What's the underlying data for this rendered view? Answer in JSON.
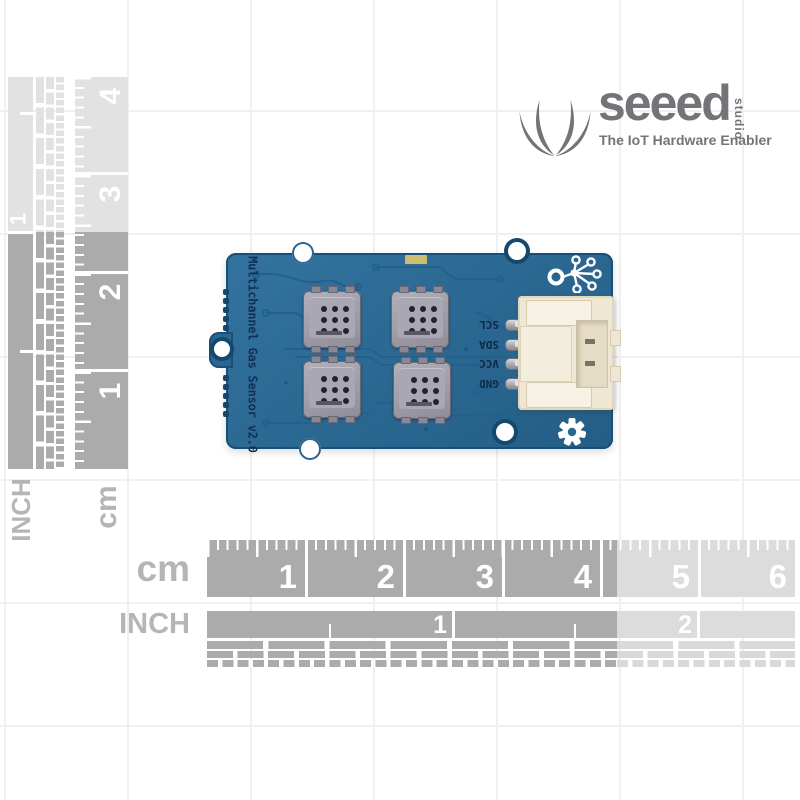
{
  "logo": {
    "brand": "seeed",
    "studio": "studio",
    "tagline": "The IoT Hardware Enabler"
  },
  "board": {
    "silkscreen_title": "Multichannel Gas Sensor v2.0",
    "pin_labels": [
      "SCL",
      "SDA",
      "VCC",
      "GND"
    ],
    "sensor_count": "4"
  },
  "rulers": {
    "horizontal_cm": {
      "label": "cm",
      "numbers": [
        "1",
        "2",
        "3",
        "4",
        "5",
        "6"
      ]
    },
    "horizontal_inch": {
      "label": "INCH",
      "numbers": [
        "1",
        "2"
      ]
    },
    "vertical_cm": {
      "label": "cm",
      "numbers": [
        "4",
        "3",
        "2",
        "1"
      ]
    },
    "vertical_inch": {
      "label": "INCH",
      "numbers": [
        "1"
      ]
    }
  },
  "colors": {
    "board_blue": "#2e6d9d",
    "silkscreen_navy": "#132f56",
    "connector_cream": "#efe7d4",
    "ruler_dark": "#ababab",
    "ruler_light": "#dcdcdc",
    "logo_gray": "#737477"
  }
}
